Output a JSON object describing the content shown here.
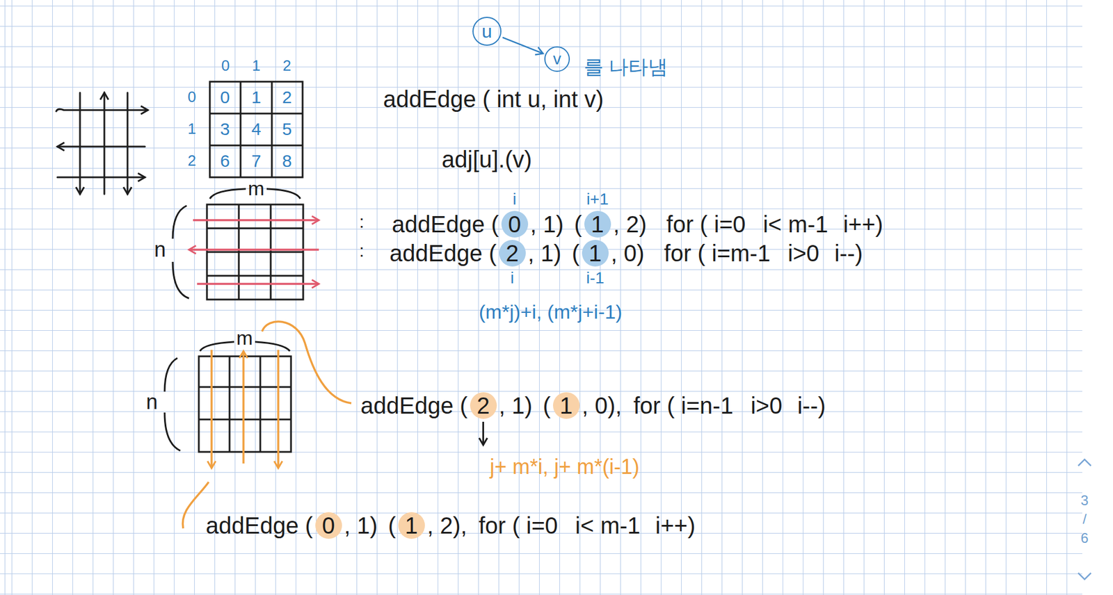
{
  "diagram": {
    "nodes": [
      {
        "text": [
          "u"
        ]
      },
      {
        "text": [
          "v"
        ]
      }
    ],
    "edges": [
      {
        "from": 0,
        "to": 1,
        "arrow": "to"
      }
    ],
    "labels": [
      "를 나타냄",
      "addEdge ( int u, int v)",
      "0",
      "1",
      "2",
      "0",
      "1",
      "2",
      "0",
      "1",
      "2",
      "3",
      "4",
      "5",
      "6",
      "7",
      "8",
      "adj[u].(v)",
      "m",
      "i",
      "i+1",
      "n",
      ":",
      "addEdge (",
      "0",
      ", 1)",
      "(",
      "1",
      ", 2)",
      "for ( i=0",
      "i< m-1",
      "i++)",
      ":",
      "addEdge (",
      "2",
      ", 1)",
      "(",
      "1",
      ", 0)",
      "for ( i=m-1",
      "i>0",
      "i--)",
      "i",
      "i-1",
      "(m*j)+i, (m*j+i-1)",
      "m",
      "n",
      "addEdge (",
      "2",
      ", 1)",
      "(",
      "1",
      ", 0),",
      "for ( i=n-1",
      "i>0",
      "i--)",
      "j+ m*i, j+ m*(i-1)",
      "addEdge (",
      "0",
      ", 1)",
      "(",
      "1",
      ", 2),",
      "for ( i=0",
      "i< m-1",
      "i++)",
      "3",
      "/",
      "6"
    ]
  }
}
